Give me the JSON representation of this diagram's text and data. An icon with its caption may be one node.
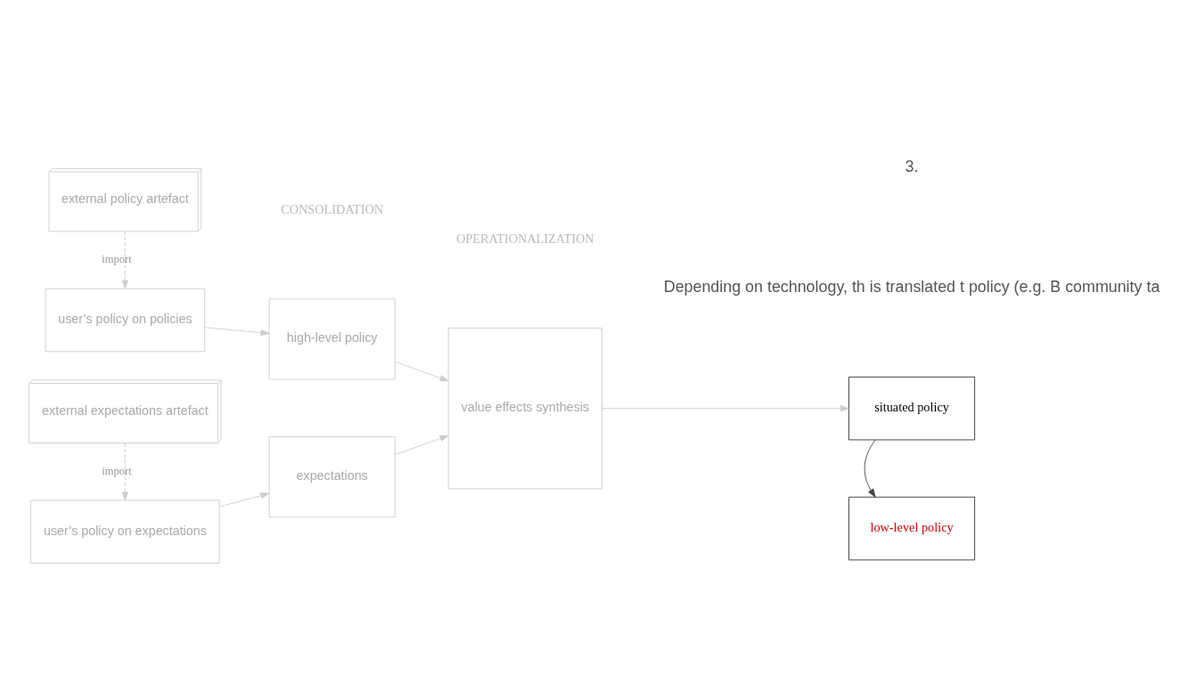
{
  "diagram": {
    "nodes": [
      {
        "text": [
          "external policy artefact"
        ]
      },
      {
        "text": [
          "user’s policy on policies"
        ]
      },
      {
        "text": [
          "user’s policy on expectations"
        ]
      },
      {
        "text": [
          "external expectations artefact"
        ]
      },
      {
        "text": [
          "high-level policy"
        ]
      },
      {
        "text": [
          "expectations"
        ]
      },
      {
        "text": [
          "value effects synthesis"
        ]
      },
      {
        "text": [
          "situated policy"
        ]
      },
      {
        "text": [
          "low-level policy"
        ]
      }
    ],
    "edges": [
      {
        "from": 0,
        "to": 1,
        "arrow": "to",
        "label": "import",
        "style": "dashed"
      },
      {
        "from": 3,
        "to": 2,
        "arrow": "to",
        "label": "import",
        "style": "dashed"
      },
      {
        "from": 1,
        "to": 4,
        "arrow": "to"
      },
      {
        "from": 2,
        "to": 5,
        "arrow": "to"
      },
      {
        "from": 4,
        "to": 6,
        "arrow": "to"
      },
      {
        "from": 5,
        "to": 6,
        "arrow": "to"
      },
      {
        "from": 6,
        "to": 7,
        "arrow": "to"
      },
      {
        "from": 7,
        "to": 8,
        "arrow": "to",
        "color": "#444444"
      }
    ],
    "labels": [
      "CONSOLIDATION",
      "OPERATIONALIZATION",
      "3.",
      "Depending on technology, th is translated t policy (e.g. B community ta"
    ]
  }
}
